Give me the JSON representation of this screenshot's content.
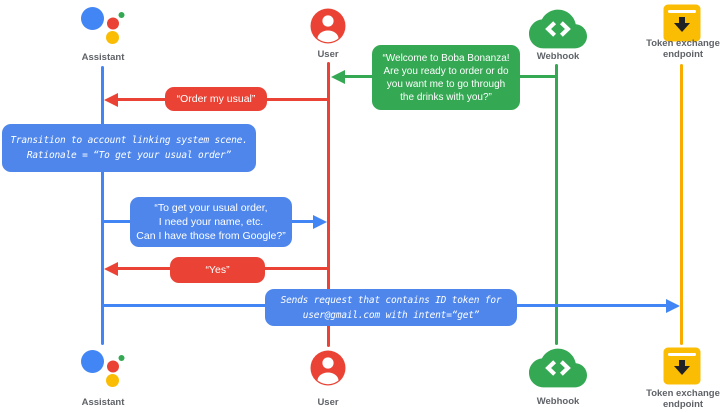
{
  "diagram_type": "sequence-diagram",
  "colors": {
    "assistant_blue": "#4285F4",
    "user_red": "#EA4335",
    "webhook_green": "#34A853",
    "token_yellow": "#F9AB00",
    "token_icon_yellow": "#FBBC04",
    "speech_box_blue": "#4E86EC",
    "label_gray": "#5F6368",
    "box_text": "#ffffff"
  },
  "actors": {
    "assistant": {
      "label": "Assistant"
    },
    "user": {
      "label": "User"
    },
    "webhook": {
      "label": "Webhook"
    },
    "token": {
      "label": "Token exchange endpoint"
    }
  },
  "messages": {
    "welcome": {
      "from": "webhook",
      "to": "user",
      "style": "speech-green",
      "lines": [
        "“Welcome to Boba Bonanza!",
        "Are you ready to order or do",
        "you want me to go through",
        "the drinks with you?”"
      ]
    },
    "order_usual": {
      "from": "user",
      "to": "assistant",
      "style": "speech-red",
      "text": "“Order my usual”"
    },
    "transition": {
      "from": "assistant",
      "to": "assistant",
      "style": "system-note-blue",
      "lines": [
        "Transition to account linking system scene.",
        "Rationale = “To get your usual order”"
      ]
    },
    "ask_info": {
      "from": "assistant",
      "to": "user",
      "style": "speech-blue",
      "lines": [
        "“To get your usual order,",
        "I need your name, etc.",
        "Can I have those from Google?”"
      ]
    },
    "yes": {
      "from": "user",
      "to": "assistant",
      "style": "speech-red",
      "text": "“Yes”"
    },
    "sends_request": {
      "from": "assistant",
      "to": "token",
      "style": "system-note-blue",
      "lines": [
        "Sends request that contains ID token for",
        "user@gmail.com with intent=“get”"
      ]
    }
  }
}
